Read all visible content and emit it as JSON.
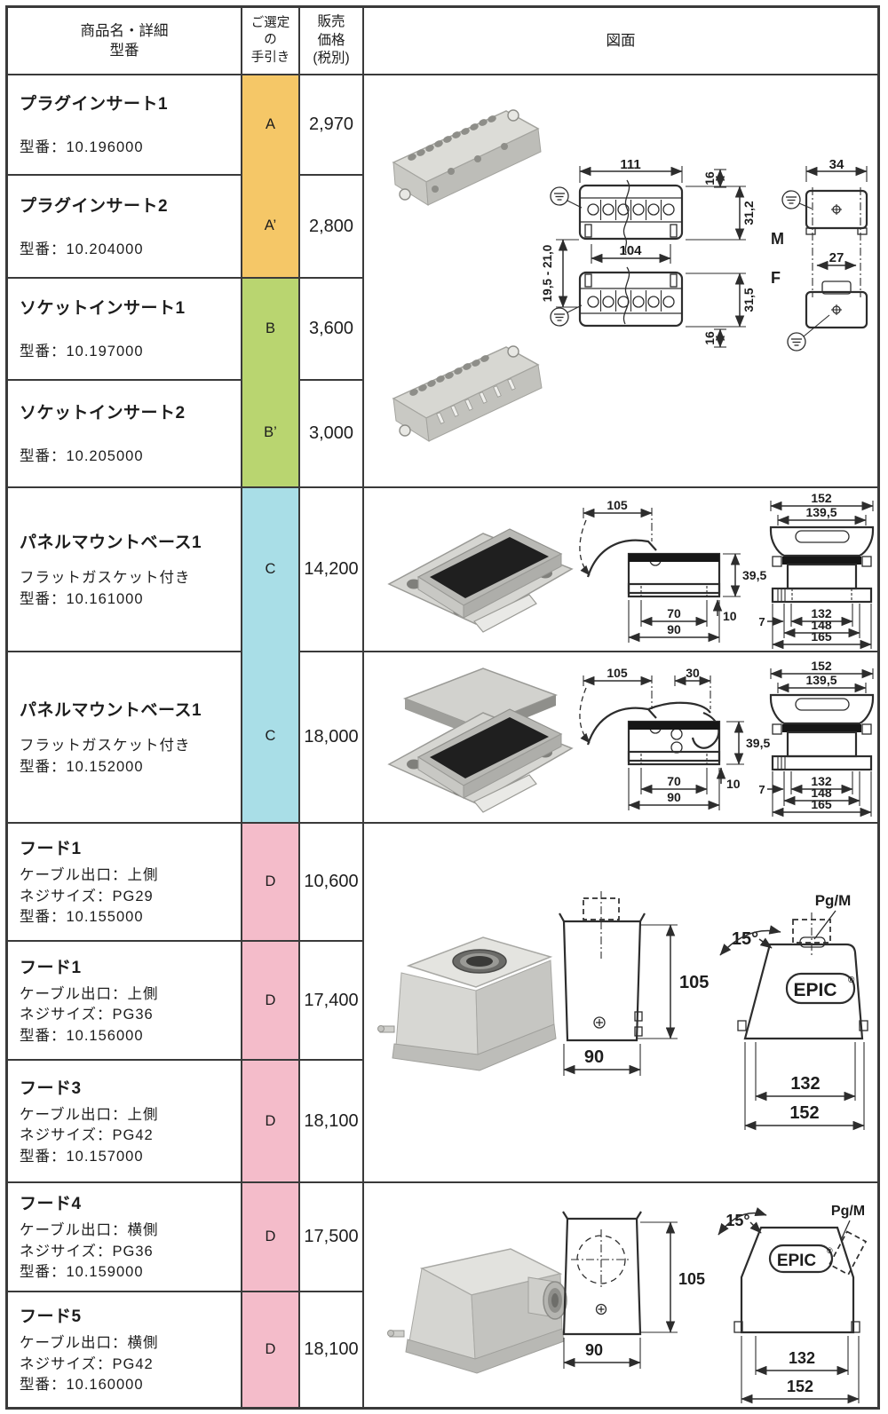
{
  "header": {
    "product": "商品名・詳細\n型番",
    "guide": "ご選定\nの\n手引き",
    "price": "販売\n価格\n(税別)",
    "drawing": "図面"
  },
  "colors": {
    "guide_a": "#f5c767",
    "guide_b": "#b9d570",
    "guide_c": "#a9dee7",
    "guide_d": "#f4bcca"
  },
  "rows": [
    {
      "name": "プラグインサート1",
      "info": "型番：10.196000",
      "guide": "A",
      "price": "2,970"
    },
    {
      "name": "プラグインサート2",
      "info": "型番：10.204000",
      "guide": "A’",
      "price": "2,800"
    },
    {
      "name": "ソケットインサート1",
      "info": "型番：10.197000",
      "guide": "B",
      "price": "3,600"
    },
    {
      "name": "ソケットインサート2",
      "info": "型番：10.205000",
      "guide": "B’",
      "price": "3,000"
    },
    {
      "name": "パネルマウントベース1",
      "info": "フラットガスケット付き\n型番：10.161000",
      "guide": "C",
      "price": "14,200"
    },
    {
      "name": "パネルマウントベース1",
      "info": "フラットガスケット付き\n型番：10.152000",
      "guide": "C",
      "price": "18,000"
    },
    {
      "name": "フード1",
      "info": "ケーブル出口：上側\nネジサイズ：PG29\n型番：10.155000",
      "guide": "D",
      "price": "10,600"
    },
    {
      "name": "フード1",
      "info": "ケーブル出口：上側\nネジサイズ：PG36\n型番：10.156000",
      "guide": "D",
      "price": "17,400"
    },
    {
      "name": "フード3",
      "info": "ケーブル出口：上側\nネジサイズ：PG42\n型番：10.157000",
      "guide": "D",
      "price": "18,100"
    },
    {
      "name": "フード4",
      "info": "ケーブル出口：横側\nネジサイズ：PG36\n型番：10.159000",
      "guide": "D",
      "price": "17,500"
    },
    {
      "name": "フード5",
      "info": "ケーブル出口：横側\nネジサイズ：PG42\n型番：10.160000",
      "guide": "D",
      "price": "18,100"
    }
  ],
  "drawings": {
    "inserts": {
      "w111": "111",
      "h16t": "16",
      "h312": "31,2",
      "range": "19,5 - 21,0",
      "w104": "104",
      "h315": "31,5",
      "h16b": "16",
      "male": "M",
      "female": "F",
      "w34": "34",
      "w27": "27"
    },
    "base1": {
      "d105": "105",
      "d395": "39,5",
      "d70": "70",
      "d90": "90",
      "d10": "10",
      "d152": "152",
      "d1395": "139,5",
      "d132": "132",
      "d148": "148",
      "d165": "165",
      "d7": "7"
    },
    "base2": {
      "d105": "105",
      "d30": "30",
      "d395": "39,5",
      "d70": "70",
      "d90": "90",
      "d10": "10",
      "d152": "152",
      "d1395": "139,5",
      "d132": "132",
      "d148": "148",
      "d165": "165",
      "d7": "7"
    },
    "hood_top": {
      "d105": "105",
      "d90": "90",
      "angle": "15°",
      "thread": "Pg/M",
      "brand": "EPIC",
      "reg": "®",
      "d132": "132",
      "d152": "152"
    },
    "hood_side": {
      "d105": "105",
      "d90": "90",
      "angle": "15°",
      "thread": "Pg/M",
      "brand": "EPIC",
      "reg": "®",
      "d132": "132",
      "d152": "152"
    }
  }
}
